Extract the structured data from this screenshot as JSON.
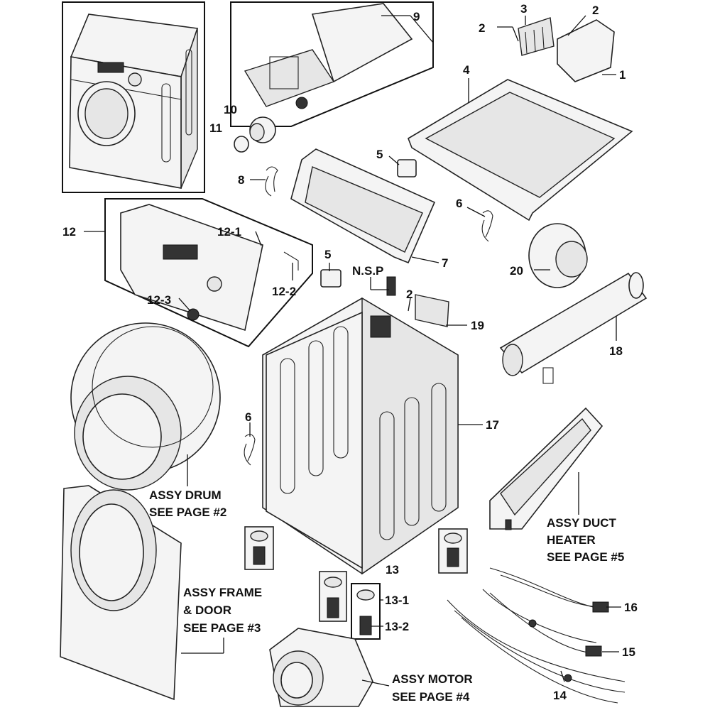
{
  "parts": {
    "p1": "1",
    "p2a": "2",
    "p2b": "2",
    "p2c": "2",
    "p3": "3",
    "p4": "4",
    "p5a": "5",
    "p5b": "5",
    "p6a": "6",
    "p6b": "6",
    "p7": "7",
    "p8": "8",
    "p9": "9",
    "p10": "10",
    "p11": "11",
    "p12": "12",
    "p12_1": "12-1",
    "p12_2": "12-2",
    "p12_3": "12-3",
    "p13": "13",
    "p13_1": "13-1",
    "p13_2": "13-2",
    "p14": "14",
    "p15": "15",
    "p16": "16",
    "p17": "17",
    "p18": "18",
    "p19": "19",
    "p20": "20",
    "nsp": "N.S.P"
  },
  "assemblies": {
    "drum": [
      "ASSY DRUM",
      "SEE PAGE #2"
    ],
    "frame": [
      "ASSY FRAME",
      "& DOOR",
      "SEE PAGE #3"
    ],
    "motor": [
      "ASSY MOTOR",
      "SEE PAGE #4"
    ],
    "heater": [
      "ASSY DUCT",
      "HEATER",
      "SEE PAGE #5"
    ]
  }
}
